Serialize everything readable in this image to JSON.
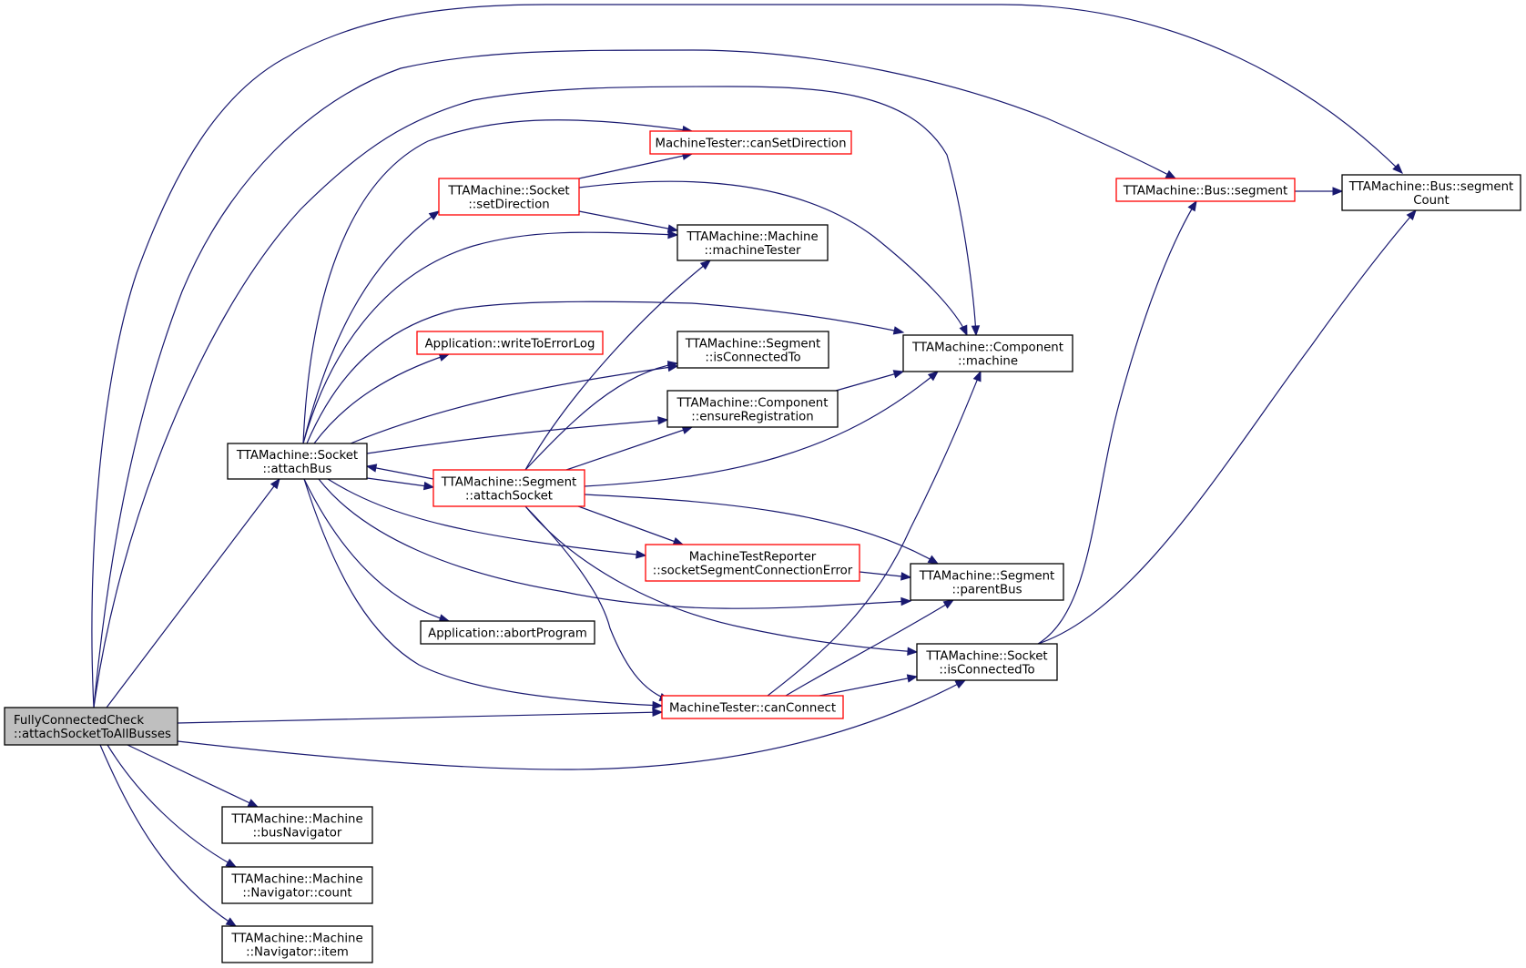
{
  "colors": {
    "edge": "#191970",
    "box_default": "#000000",
    "box_incomplete": "#ff0000",
    "root_fill": "#bfbfbf"
  },
  "nodes": [
    {
      "id": "root",
      "lines": [
        "FullyConnectedCheck",
        "::attachSocketToAllBusses"
      ],
      "style": "root"
    },
    {
      "id": "socket_attachBus",
      "lines": [
        "TTAMachine::Socket",
        "::attachBus"
      ],
      "style": "black"
    },
    {
      "id": "segment_attachSocket",
      "lines": [
        "TTAMachine::Segment",
        "::attachSocket"
      ],
      "style": "red"
    },
    {
      "id": "socket_setDirection",
      "lines": [
        "TTAMachine::Socket",
        "::setDirection"
      ],
      "style": "red"
    },
    {
      "id": "canSetDirection",
      "lines": [
        "MachineTester::canSetDirection"
      ],
      "style": "red"
    },
    {
      "id": "machineTester",
      "lines": [
        "TTAMachine::Machine",
        "::machineTester"
      ],
      "style": "black"
    },
    {
      "id": "writeToErrorLog",
      "lines": [
        "Application::writeToErrorLog"
      ],
      "style": "red"
    },
    {
      "id": "segment_isConnectedTo",
      "lines": [
        "TTAMachine::Segment",
        "::isConnectedTo"
      ],
      "style": "black"
    },
    {
      "id": "ensureRegistration",
      "lines": [
        "TTAMachine::Component",
        "::ensureRegistration"
      ],
      "style": "black"
    },
    {
      "id": "component_machine",
      "lines": [
        "TTAMachine::Component",
        "::machine"
      ],
      "style": "black"
    },
    {
      "id": "bus_segment",
      "lines": [
        "TTAMachine::Bus::segment"
      ],
      "style": "red"
    },
    {
      "id": "bus_segmentCount",
      "lines": [
        "TTAMachine::Bus::segment",
        "Count"
      ],
      "style": "black"
    },
    {
      "id": "socketSegmentConnectionError",
      "lines": [
        "MachineTestReporter",
        "::socketSegmentConnectionError"
      ],
      "style": "red"
    },
    {
      "id": "segment_parentBus",
      "lines": [
        "TTAMachine::Segment",
        "::parentBus"
      ],
      "style": "black"
    },
    {
      "id": "abortProgram",
      "lines": [
        "Application::abortProgram"
      ],
      "style": "black"
    },
    {
      "id": "socket_isConnectedTo",
      "lines": [
        "TTAMachine::Socket",
        "::isConnectedTo"
      ],
      "style": "black"
    },
    {
      "id": "canConnect",
      "lines": [
        "MachineTester::canConnect"
      ],
      "style": "red"
    },
    {
      "id": "busNavigator",
      "lines": [
        "TTAMachine::Machine",
        "::busNavigator"
      ],
      "style": "black"
    },
    {
      "id": "navigator_count",
      "lines": [
        "TTAMachine::Machine",
        "::Navigator::count"
      ],
      "style": "black"
    },
    {
      "id": "navigator_item",
      "lines": [
        "TTAMachine::Machine",
        "::Navigator::item"
      ],
      "style": "black"
    }
  ],
  "edges": [
    [
      "root",
      "bus_segmentCount"
    ],
    [
      "root",
      "bus_segment"
    ],
    [
      "root",
      "component_machine"
    ],
    [
      "root",
      "socket_attachBus"
    ],
    [
      "root",
      "canConnect"
    ],
    [
      "root",
      "socket_isConnectedTo"
    ],
    [
      "root",
      "busNavigator"
    ],
    [
      "root",
      "navigator_count"
    ],
    [
      "root",
      "navigator_item"
    ],
    [
      "socket_attachBus",
      "canSetDirection"
    ],
    [
      "socket_attachBus",
      "socket_setDirection"
    ],
    [
      "socket_attachBus",
      "machineTester"
    ],
    [
      "socket_attachBus",
      "component_machine"
    ],
    [
      "socket_attachBus",
      "writeToErrorLog"
    ],
    [
      "socket_attachBus",
      "segment_isConnectedTo"
    ],
    [
      "socket_attachBus",
      "ensureRegistration"
    ],
    [
      "socket_attachBus",
      "segment_attachSocket"
    ],
    [
      "socket_attachBus",
      "socketSegmentConnectionError"
    ],
    [
      "socket_attachBus",
      "segment_parentBus"
    ],
    [
      "socket_attachBus",
      "abortProgram"
    ],
    [
      "socket_attachBus",
      "canConnect"
    ],
    [
      "segment_attachSocket",
      "socket_attachBus"
    ],
    [
      "segment_attachSocket",
      "machineTester"
    ],
    [
      "segment_attachSocket",
      "segment_isConnectedTo"
    ],
    [
      "segment_attachSocket",
      "ensureRegistration"
    ],
    [
      "segment_attachSocket",
      "component_machine"
    ],
    [
      "segment_attachSocket",
      "socketSegmentConnectionError"
    ],
    [
      "segment_attachSocket",
      "segment_parentBus"
    ],
    [
      "segment_attachSocket",
      "canConnect"
    ],
    [
      "segment_attachSocket",
      "socket_isConnectedTo"
    ],
    [
      "socket_setDirection",
      "canSetDirection"
    ],
    [
      "socket_setDirection",
      "machineTester"
    ],
    [
      "socket_setDirection",
      "component_machine"
    ],
    [
      "ensureRegistration",
      "component_machine"
    ],
    [
      "bus_segment",
      "bus_segmentCount"
    ],
    [
      "socketSegmentConnectionError",
      "segment_parentBus"
    ],
    [
      "canConnect",
      "component_machine"
    ],
    [
      "canConnect",
      "segment_parentBus"
    ],
    [
      "canConnect",
      "socket_isConnectedTo"
    ],
    [
      "socket_isConnectedTo",
      "bus_segment"
    ],
    [
      "socket_isConnectedTo",
      "bus_segmentCount"
    ]
  ]
}
